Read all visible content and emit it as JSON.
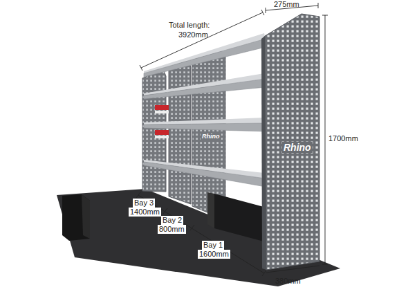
{
  "diagram": {
    "labels": [
      "275mm",
      "Total length:",
      "3920mm",
      "1700mm",
      "Rhino",
      "Rhino",
      "Bay 3",
      "1400mm",
      "Bay 2",
      "800mm",
      "Bay 1",
      "1600mm",
      "380mm"
    ]
  }
}
